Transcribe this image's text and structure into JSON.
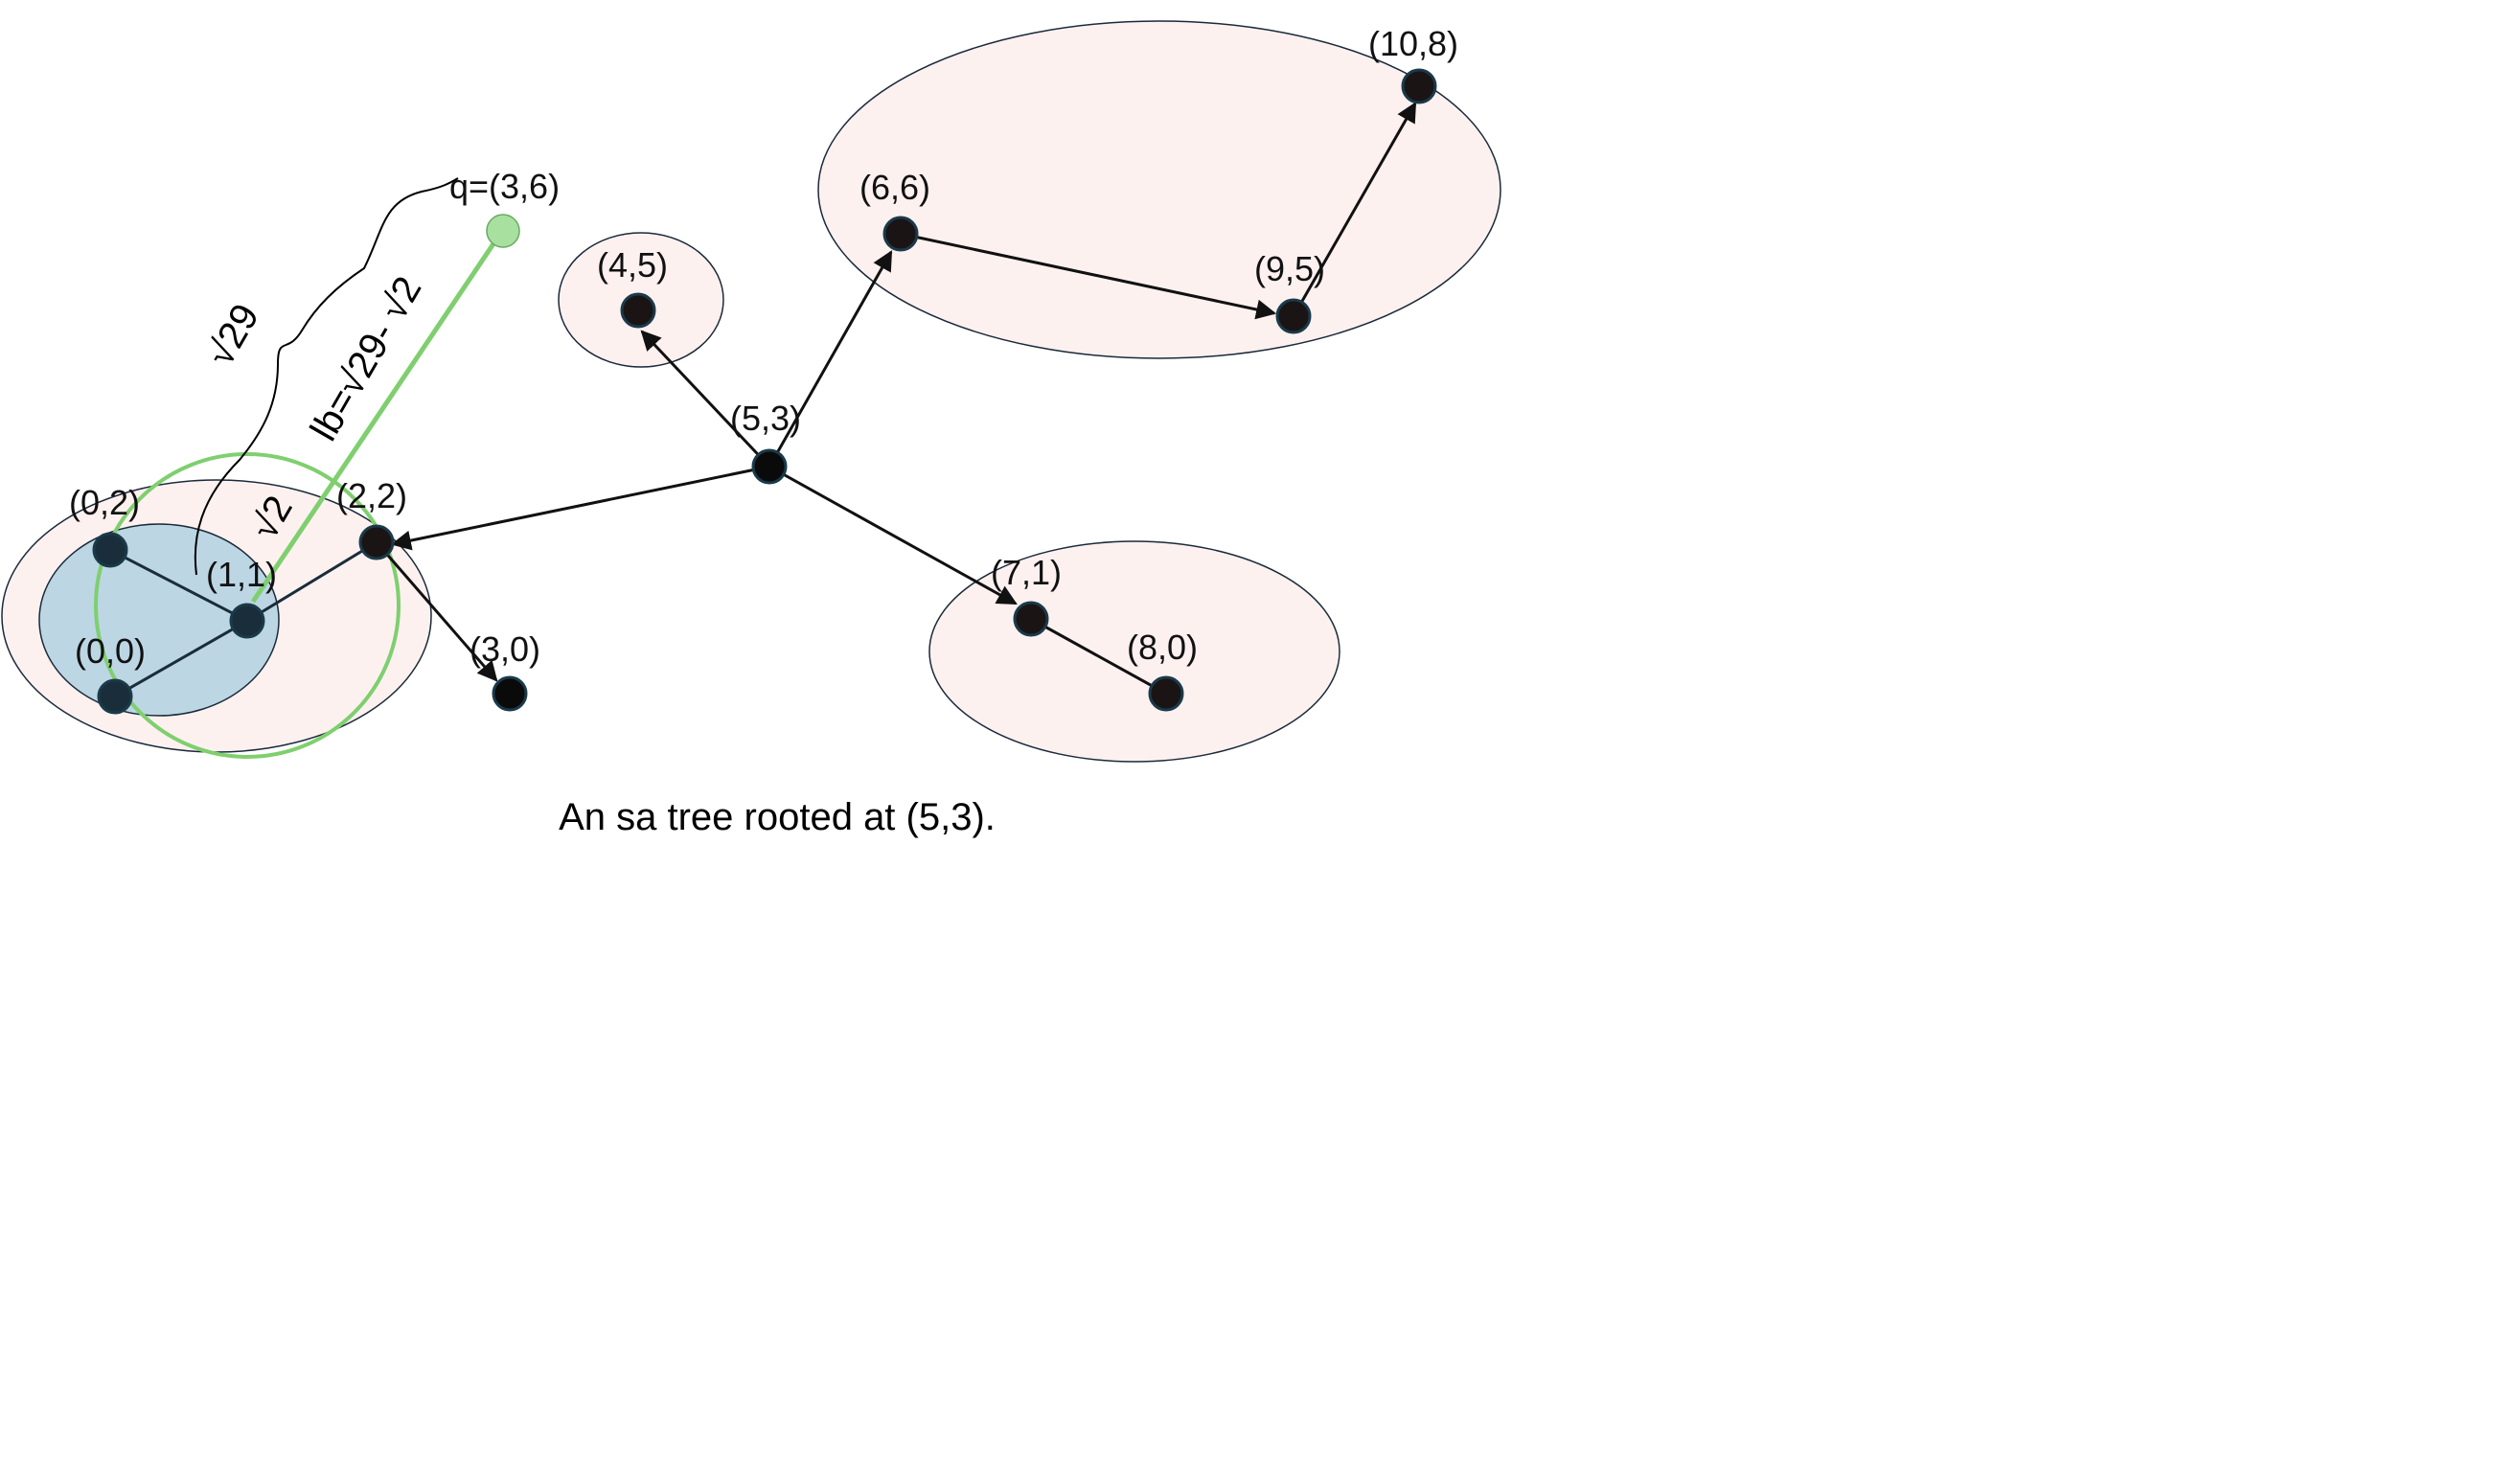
{
  "caption": "An sa tree rooted at (5,3).",
  "query_label": "q=(3,6)",
  "sqrt29_label": "√29",
  "lb_label": "lb=√29- √2",
  "sqrt2_label": "√2",
  "nodes": [
    {
      "id": "n53",
      "label": "(5,3)"
    },
    {
      "id": "n45",
      "label": "(4,5)"
    },
    {
      "id": "n66",
      "label": "(6,6)"
    },
    {
      "id": "n95",
      "label": "(9,5)"
    },
    {
      "id": "n108",
      "label": "(10,8)"
    },
    {
      "id": "n71",
      "label": "(7,1)"
    },
    {
      "id": "n80",
      "label": "(8,0)"
    },
    {
      "id": "n22",
      "label": "(2,2)"
    },
    {
      "id": "n30",
      "label": "(3,0)"
    },
    {
      "id": "n11",
      "label": "(1,1)"
    },
    {
      "id": "n02",
      "label": "(0,2)"
    },
    {
      "id": "n00",
      "label": "(0,0)"
    }
  ],
  "colors": {
    "region_fill": "#fdf1f0",
    "inner_fill": "#bcd6e4",
    "node": "#1a1414",
    "query": "#a8e0a0",
    "green": "#7fcf6f"
  }
}
